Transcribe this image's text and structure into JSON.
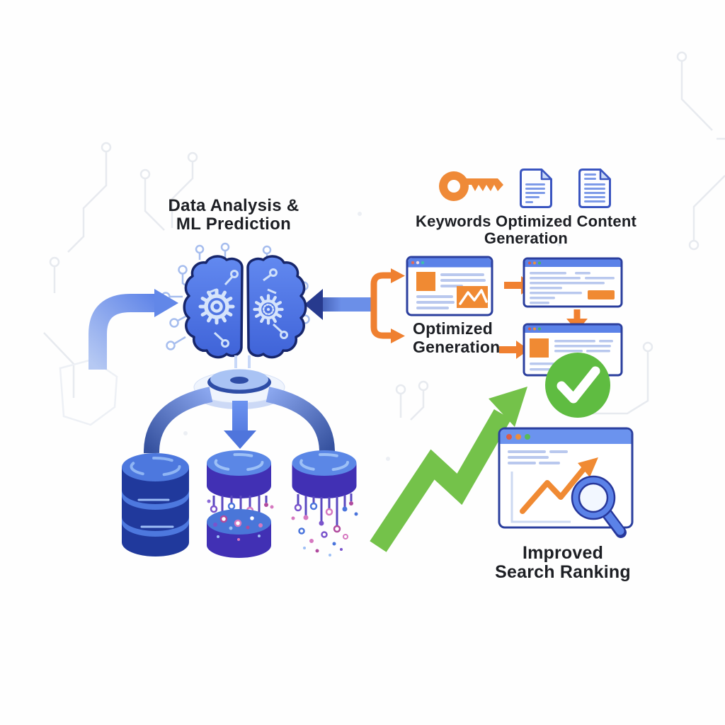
{
  "colors": {
    "background": "#fefefe",
    "accent_blue": "#4a72e0",
    "navy_outline": "#2b3f9e",
    "orange": "#f08a33",
    "green": "#74c24a",
    "check_green": "#5fbc41",
    "purple": "#4130b4",
    "db_navy": "#20399c",
    "ui_line_blue": "#b9c8ee",
    "circuit_light": "#e7eaef",
    "circuit_blue": "#a6bdee",
    "text": "#1d1f24"
  },
  "sections": {
    "ml": {
      "line1": "Data Analysis &",
      "line2": "ML Prediction"
    },
    "keywords": {
      "line1": "Keywords Optimized Content",
      "line2": "Generation"
    },
    "optimized": {
      "line1": "Optimized",
      "line2": "Generation"
    },
    "ranking": {
      "line1": "Improved",
      "line2": "Search Ranking"
    }
  },
  "icons": {
    "brain": "brain-icon",
    "gear": "gear-icon",
    "key": "key-icon",
    "document": "document-icon",
    "database": "database-icon",
    "browser_window": "browser-window-icon",
    "check": "check-icon",
    "growth_arrow": "trend-up-arrow-icon",
    "magnifier": "magnifier-icon"
  }
}
